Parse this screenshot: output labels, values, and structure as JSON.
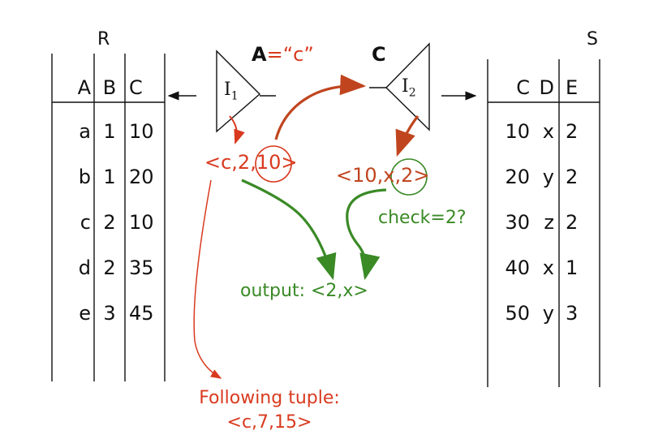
{
  "relation_r": {
    "name": "R",
    "headers": [
      "A",
      "B",
      "C"
    ],
    "rows": [
      [
        "a",
        "1",
        "10"
      ],
      [
        "b",
        "1",
        "20"
      ],
      [
        "c",
        "2",
        "10"
      ],
      [
        "d",
        "2",
        "35"
      ],
      [
        "e",
        "3",
        "45"
      ]
    ]
  },
  "relation_s": {
    "name": "S",
    "headers": [
      "C",
      "D",
      "E"
    ],
    "rows": [
      [
        "10",
        "x",
        "2"
      ],
      [
        "20",
        "y",
        "2"
      ],
      [
        "30",
        "z",
        "2"
      ],
      [
        "40",
        "x",
        "1"
      ],
      [
        "50",
        "y",
        "3"
      ]
    ]
  },
  "index1": {
    "label": "I",
    "subscript": "1",
    "selection_attr": "A",
    "selection_rest": "=“c”"
  },
  "index2": {
    "label": "I",
    "subscript": "2",
    "key_attr": "C"
  },
  "tuple_r": "<c,2,10>",
  "tuple_s": "<10,x,2>",
  "check_label": "check=2?",
  "output_label": "output: <2,x>",
  "following_label_line1": "Following tuple:",
  "following_label_line2": "<c,7,15>",
  "colors": {
    "text": "#111111",
    "red": "#d93a1f",
    "green": "#3a8a26",
    "brown_red": "#c0451f"
  }
}
